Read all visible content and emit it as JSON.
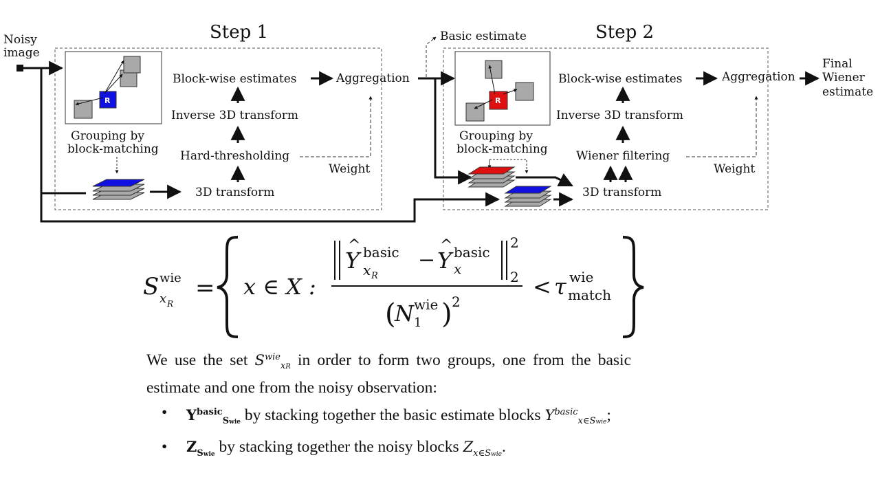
{
  "step1": {
    "title": "Step 1",
    "input_label_line1": "Noisy",
    "input_label_line2": "image",
    "block_label": "R",
    "grouping_line1": "Grouping by",
    "grouping_line2": "block-matching",
    "block_wise": "Block-wise estimates",
    "aggregation": "Aggregation",
    "inverse": "Inverse 3D transform",
    "threshold": "Hard-thresholding",
    "transform": "3D transform",
    "weight": "Weight"
  },
  "step2": {
    "title": "Step 2",
    "basic_estimate": "Basic estimate",
    "block_label": "R",
    "grouping_line1": "Grouping by",
    "grouping_line2": "block-matching",
    "block_wise": "Block-wise estimates",
    "aggregation": "Aggregation",
    "inverse": "Inverse 3D transform",
    "wiener": "Wiener filtering",
    "transform": "3D transform",
    "weight": "Weight",
    "output_line1": "Final",
    "output_line2": "Wiener",
    "output_line3": "estimate"
  },
  "colors": {
    "block_blue": "#1010e0",
    "block_red": "#e01010",
    "block_gray": "#a9a9a9"
  },
  "formula": {
    "lhs": "S",
    "sup_wie": "wie",
    "sub_xR": "x",
    "sub_R": "R",
    "equals": "=",
    "set_member": "x ∈ X :",
    "Y": "Y",
    "basic": "basic",
    "x": "x",
    "minus": "−",
    "norm_exp": "2",
    "norm_sub": "2",
    "N": "N",
    "N_sub": "1",
    "den_exp": "2",
    "lt": "<",
    "tau": "τ",
    "tau_sub": "match"
  },
  "text": {
    "intro_1": "We use the set",
    "intro_2": "in order to form two groups, one from the basic estimate and one from the noisy observation:",
    "bullet1_text": "by stacking together the basic estimate blocks",
    "bullet2_text": "by stacking together the noisy blocks",
    "bullet_char": "•"
  }
}
